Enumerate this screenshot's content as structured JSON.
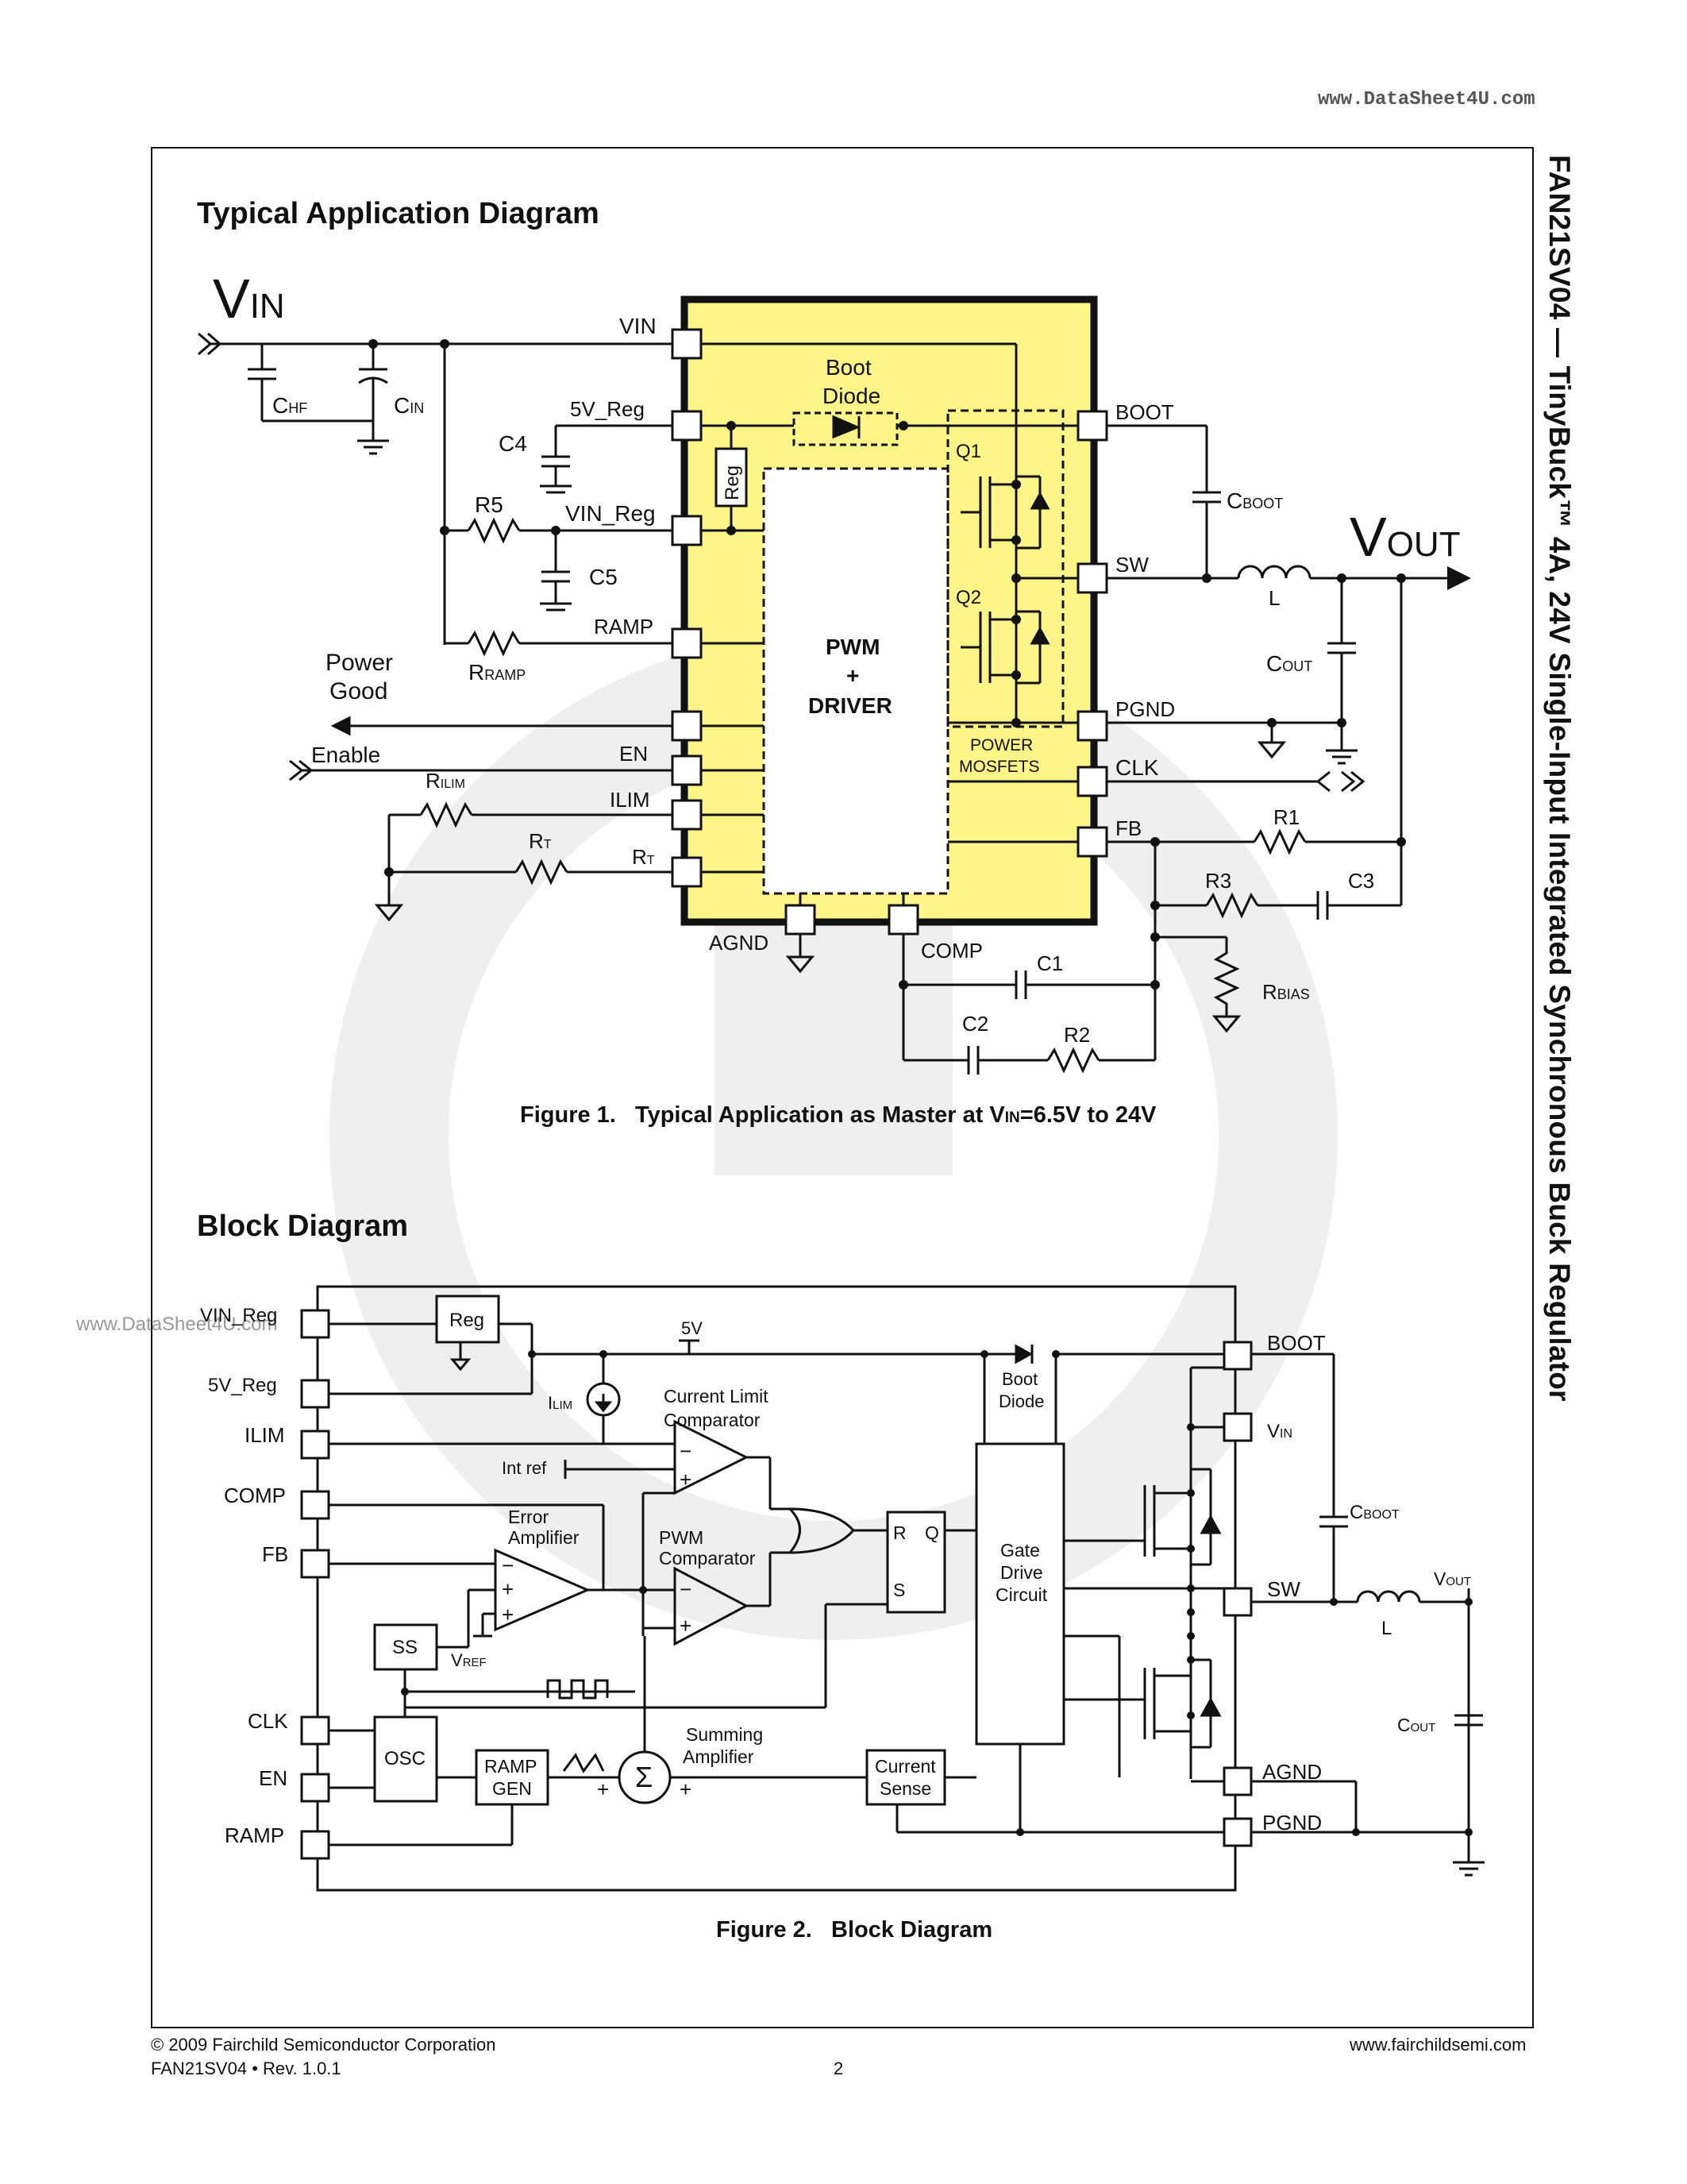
{
  "watermark_top": "www.DataSheet4U.com",
  "watermark_left": "www.DataSheet4U.com",
  "side_title": "FAN21SV04 — TinyBuck™ 4A, 24V Single-Input Integrated Synchronous Buck Regulator",
  "section1_title": "Typical Application Diagram",
  "figure1_caption": {
    "label": "Figure 1.",
    "text_a": "Typical Application as Master at V",
    "sub": "IN",
    "text_b": "=6.5V to 24V"
  },
  "section2_title": "Block Diagram",
  "figure2_caption": {
    "label": "Figure 2.",
    "text": "Block Diagram"
  },
  "footer": {
    "copyright": "© 2009 Fairchild Semiconductor Corporation",
    "part_rev": "FAN21SV04 • Rev. 1.0.1",
    "page": "2",
    "url": "www.fairchildsemi.com"
  },
  "colors": {
    "chip_fill": "#fef589",
    "ink": "#111111"
  },
  "diagram1": {
    "vin": {
      "main": "V",
      "sub": "IN"
    },
    "vout": {
      "main": "V",
      "sub": "OUT"
    },
    "chf": {
      "main": "C",
      "sub": "HF"
    },
    "cin": {
      "main": "C",
      "sub": "IN"
    },
    "c4": "C4",
    "r5": "R5",
    "c5": "C5",
    "rramp": {
      "main": "R",
      "sub": "RAMP"
    },
    "power_good_1": "Power",
    "power_good_2": "Good",
    "enable": "Enable",
    "rilim": {
      "main": "R",
      "sub": "ILIM"
    },
    "rt": {
      "main": "R",
      "sub": "T"
    },
    "pins_left": [
      "VIN",
      "5V_Reg",
      "VIN_Reg",
      "RAMP",
      "EN",
      "ILIM",
      "R"
    ],
    "pin_rt_sub": "T",
    "pins_right": [
      "BOOT",
      "SW",
      "PGND",
      "CLK",
      "FB"
    ],
    "pins_bottom": [
      "AGND",
      "COMP"
    ],
    "boot_diode_1": "Boot",
    "boot_diode_2": "Diode",
    "reg": "Reg",
    "q1": "Q1",
    "q2": "Q2",
    "pwm_1": "PWM",
    "pwm_2": "+",
    "pwm_3": "DRIVER",
    "power_mosfets_1": "POWER",
    "power_mosfets_2": "MOSFETS",
    "cboot": {
      "main": "C",
      "sub": "BOOT"
    },
    "l": "L",
    "cout": {
      "main": "C",
      "sub": "OUT"
    },
    "r1": "R1",
    "r3": "R3",
    "c3": "C3",
    "rbias": {
      "main": "R",
      "sub": "BIAS"
    },
    "c1": "C1",
    "c2": "C2",
    "r2": "R2"
  },
  "diagram2": {
    "pins_left": [
      "VIN_Reg",
      "5V_Reg",
      "ILIM",
      "COMP",
      "FB",
      "CLK",
      "EN",
      "RAMP"
    ],
    "pins_right": [
      "BOOT",
      "SW",
      "AGND",
      "PGND"
    ],
    "vin_pin": {
      "main": "V",
      "sub": "IN"
    },
    "reg": "Reg",
    "five_v": "5V",
    "ilim_src": {
      "main": "I",
      "sub": "LIM"
    },
    "int_ref": "Int ref",
    "current_limit_1": "Current Limit",
    "current_limit_2": "Comparator",
    "error_amp_1": "Error",
    "error_amp_2": "Amplifier",
    "pwm_comp_1": "PWM",
    "pwm_comp_2": "Comparator",
    "ss": "SS",
    "vref": {
      "main": "V",
      "sub": "REF"
    },
    "osc": "OSC",
    "ramp_gen_1": "RAMP",
    "ramp_gen_2": "GEN",
    "summing_1": "Summing",
    "summing_2": "Amplifier",
    "sigma": "Σ",
    "current_sense_1": "Current",
    "current_sense_2": "Sense",
    "r": "R",
    "q": "Q",
    "s": "S",
    "gate_drive_1": "Gate",
    "gate_drive_2": "Drive",
    "gate_drive_3": "Circuit",
    "boot_diode_1": "Boot",
    "boot_diode_2": "Diode",
    "cboot": {
      "main": "C",
      "sub": "BOOT"
    },
    "vout": {
      "main": "V",
      "sub": "OUT"
    },
    "l": "L",
    "cout": {
      "main": "C",
      "sub": "OUT"
    },
    "minus": "−",
    "plus": "+"
  }
}
